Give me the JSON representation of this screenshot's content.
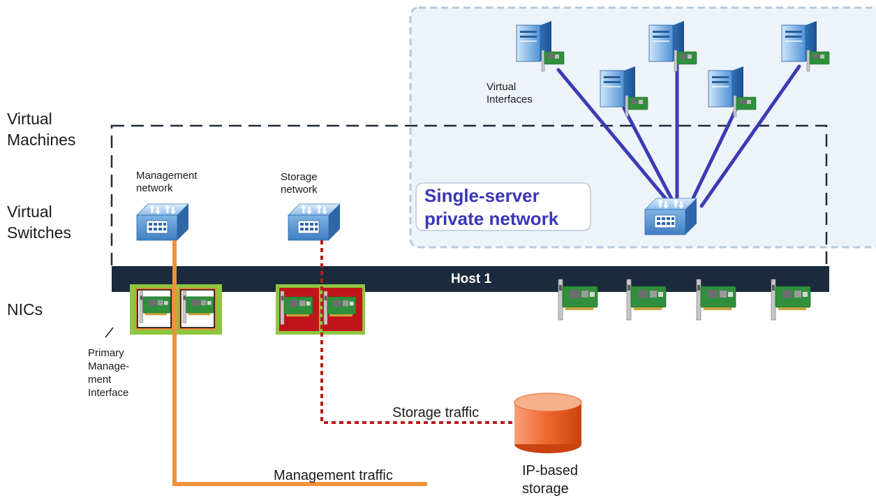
{
  "labels": {
    "virtual_machines": "Virtual Machines",
    "virtual_switches": "Virtual Switches",
    "nics": "NICs",
    "virtual_interfaces": "Virtual Interfaces",
    "management_network": "Management network",
    "storage_network": "Storage network",
    "private_network": "Single-server private network",
    "host": "Host 1",
    "primary_management_interface": "Primary Manage- ment Interface",
    "storage_traffic": "Storage traffic",
    "management_traffic": "Management traffic",
    "ip_storage": "IP-based storage"
  },
  "colors": {
    "host_bar": "#1b2a3d",
    "management_line": "#f0923a",
    "storage_line": "#b81c1c",
    "vm_links": "#3b3bb4",
    "private_region": "#b9c8dc",
    "storage_cylinder": "#f05a24",
    "nic_board": "#2f8f3c",
    "nic_highlight": "#8dc63f"
  },
  "icons": {
    "server": "server-icon",
    "switch": "virtual-switch-icon",
    "nic": "network-card-icon",
    "storage": "database-cylinder-icon"
  }
}
